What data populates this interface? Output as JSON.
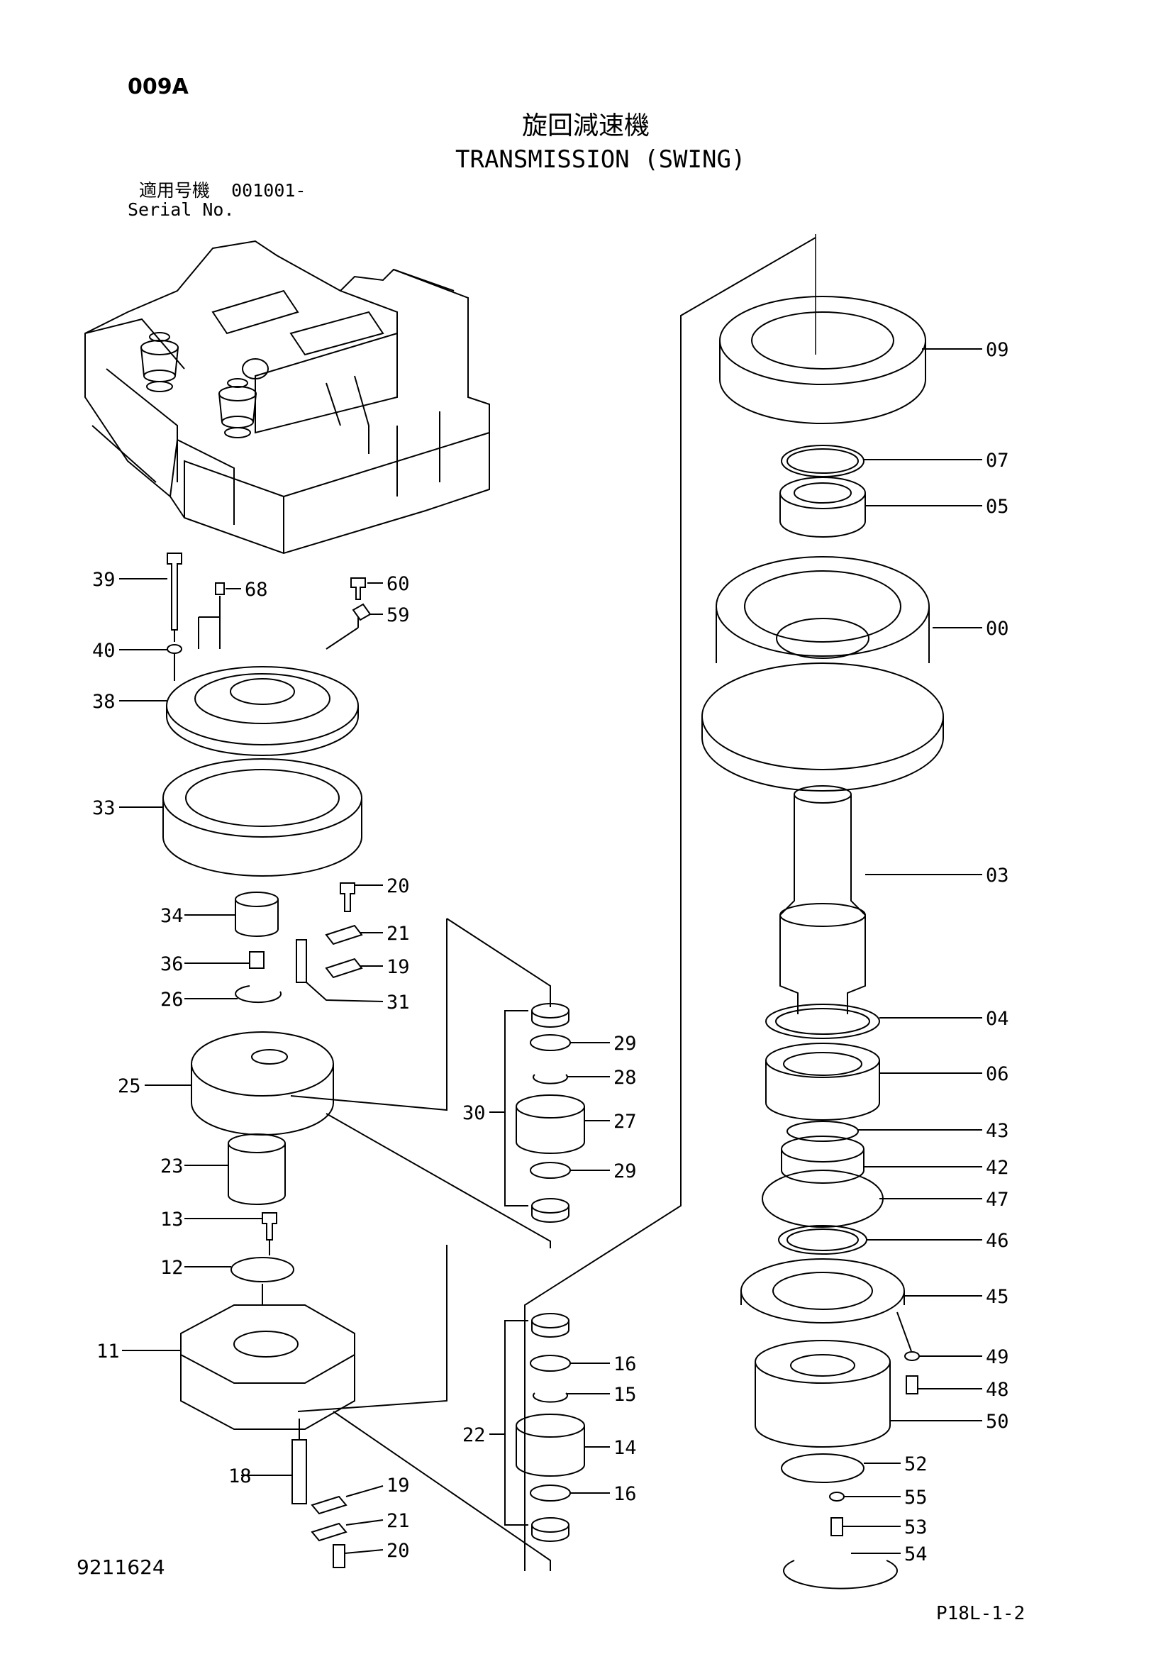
{
  "header": {
    "code": "009A",
    "title_jp": "旋回減速機",
    "title_en": "TRANSMISSION (SWING)",
    "serial_label_jp": "適用号機",
    "serial_value": "001001-",
    "serial_label_en": "Serial No."
  },
  "footer": {
    "doc_number": "9211624",
    "page_ref": "P18L-1-2"
  },
  "callouts": {
    "p09": "09",
    "p07": "07",
    "p05": "05",
    "p00": "00",
    "p03": "03",
    "p04": "04",
    "p06": "06",
    "p43": "43",
    "p42": "42",
    "p47": "47",
    "p46": "46",
    "p45": "45",
    "p49": "49",
    "p48": "48",
    "p50": "50",
    "p52": "52",
    "p55": "55",
    "p53": "53",
    "p54": "54",
    "p39": "39",
    "p40": "40",
    "p38": "38",
    "p33": "33",
    "p34": "34",
    "p36": "36",
    "p26": "26",
    "p25": "25",
    "p23": "23",
    "p13": "13",
    "p12": "12",
    "p11": "11",
    "p18": "18",
    "p68": "68",
    "p60": "60",
    "p59": "59",
    "p20a": "20",
    "p21a": "21",
    "p19a": "19",
    "p31": "31",
    "p29a": "29",
    "p28": "28",
    "p30": "30",
    "p27": "27",
    "p29b": "29",
    "p16a": "16",
    "p15": "15",
    "p22": "22",
    "p14": "14",
    "p16b": "16",
    "p19b": "19",
    "p21b": "21",
    "p20b": "20"
  }
}
